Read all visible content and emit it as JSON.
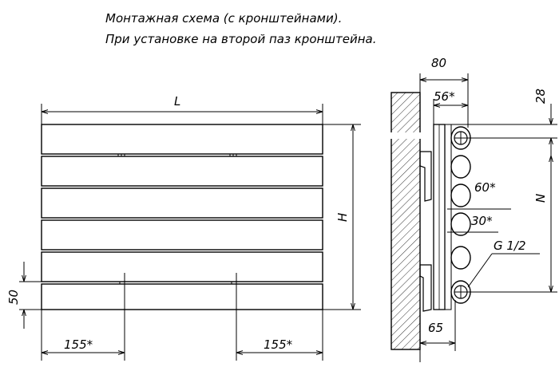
{
  "title": {
    "line1": "Монтажная схема (с кронштейнами).",
    "line2": "При установке на второй паз кронштейна."
  },
  "front_view": {
    "width_label": "L",
    "height_label": "H",
    "bottom_offset_label": "50",
    "left_bracket_label": "155*",
    "right_bracket_label": "155*"
  },
  "side_view": {
    "depth_total_label": "80",
    "depth_inner_label": "56*",
    "top_offset_label": "28",
    "axis_distance_label": "N",
    "gap_60_label": "60*",
    "gap_30_label": "30*",
    "thread_label": "G 1/2",
    "bottom_depth_label": "65"
  }
}
